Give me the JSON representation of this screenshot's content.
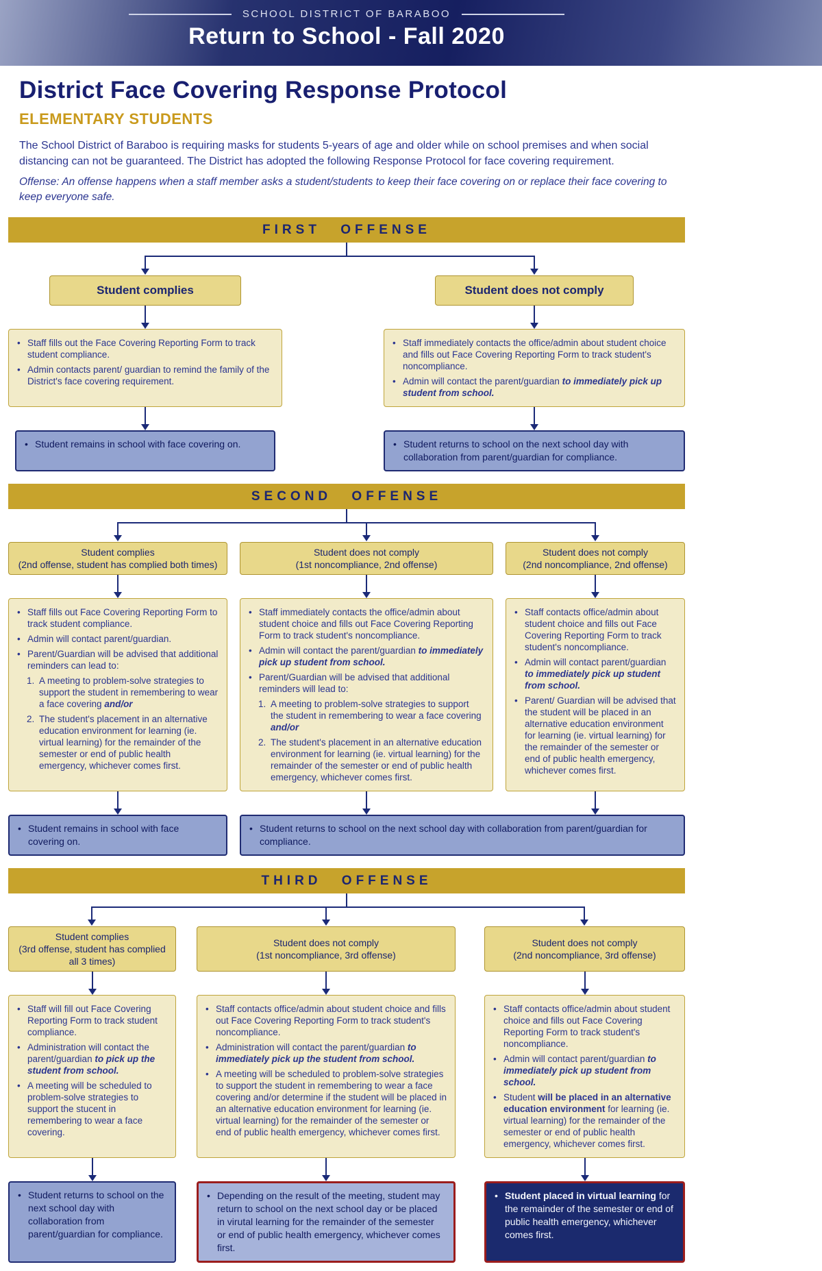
{
  "header": {
    "district": "SCHOOL DISTRICT OF BARABOO",
    "title": "Return to School - Fall 2020"
  },
  "intro": {
    "title": "District Face Covering Response Protocol",
    "subtitle": "ELEMENTARY STUDENTS",
    "paragraph": "The School District of Baraboo is requiring masks for students 5-years of age and older while on school premises and when social distancing can not be guaranteed. The District has adopted the following Response Protocol for face covering requirement.",
    "offense_note": "Offense: An offense happens when a staff member asks a student/students to keep their face covering on or replace their face covering to keep everyone safe."
  },
  "colors": {
    "navy": "#1b2570",
    "gold_banner": "#c7a32c",
    "pale_gold_box": "#e8d88a",
    "cream_box": "#f2ebc9",
    "periwinkle_box": "#93a3d0",
    "red_alert_border": "#9b1d1d"
  },
  "sections": {
    "first": {
      "banner": "FIRST OFFENSE",
      "complies": {
        "title": "Student complies",
        "detail": [
          {
            "seg": [
              {
                "t": "Staff fills out the Face Covering Reporting Form to track student compliance."
              }
            ]
          },
          {
            "seg": [
              {
                "t": "Admin contacts parent/ guardian to remind the family of the District's face covering requirement."
              }
            ]
          }
        ],
        "result": [
          {
            "seg": [
              {
                "t": "Student remains in school with face covering on."
              }
            ]
          }
        ]
      },
      "noncomply": {
        "title": "Student does not comply",
        "detail": [
          {
            "seg": [
              {
                "t": "Staff immediately contacts the office/admin about student choice and fills out Face Covering Reporting Form to track student's noncompliance."
              }
            ]
          },
          {
            "seg": [
              {
                "t": "Admin will contact the parent/guardian "
              },
              {
                "t": "to immediately pick up student from school.",
                "s": "bi"
              }
            ]
          }
        ],
        "result": [
          {
            "seg": [
              {
                "t": "Student returns to school on the next school day with collaboration from parent/guardian for compliance."
              }
            ]
          }
        ]
      }
    },
    "second": {
      "banner": "SECOND OFFENSE",
      "col1": {
        "title": "Student complies",
        "subtitle": "(2nd offense, student has complied both times)",
        "detail": [
          {
            "seg": [
              {
                "t": "Staff fills out Face Covering Reporting Form to track student compliance."
              }
            ]
          },
          {
            "seg": [
              {
                "t": "Admin will contact parent/guardian."
              }
            ]
          },
          {
            "seg": [
              {
                "t": "Parent/Guardian will be advised that additional reminders can lead to:"
              }
            ]
          },
          {
            "m": "1.",
            "ind": true,
            "seg": [
              {
                "t": "A meeting to problem-solve strategies to support the student in remembering to wear a face covering "
              },
              {
                "t": "and/or",
                "s": "bi"
              }
            ]
          },
          {
            "m": "2.",
            "ind": true,
            "seg": [
              {
                "t": "The student's placement in an alternative education environment for learning (ie. virtual learning) for the remainder of the semester or end of public health emergency, whichever comes first."
              }
            ]
          }
        ],
        "result": [
          {
            "seg": [
              {
                "t": "Student remains in school with face covering on."
              }
            ]
          }
        ]
      },
      "col2": {
        "title": "Student does not comply",
        "subtitle": "(1st noncompliance, 2nd offense)",
        "detail": [
          {
            "seg": [
              {
                "t": "Staff immediately contacts the office/admin about student choice and fills out Face Covering Reporting Form to track student's noncompliance."
              }
            ]
          },
          {
            "seg": [
              {
                "t": "Admin will contact the parent/guardian "
              },
              {
                "t": "to immediately pick up student from school.",
                "s": "bi"
              }
            ]
          },
          {
            "seg": [
              {
                "t": "Parent/Guardian will be advised that additional reminders will lead to:"
              }
            ]
          },
          {
            "m": "1.",
            "ind": true,
            "seg": [
              {
                "t": "A meeting to problem-solve strategies to support the student in remembering to wear a face covering "
              },
              {
                "t": "and/or",
                "s": "bi"
              }
            ]
          },
          {
            "m": "2.",
            "ind": true,
            "seg": [
              {
                "t": "The student's placement in an alternative education environment for learning (ie. virtual learning) for the remainder of the semester or end of public health emergency, whichever comes first."
              }
            ]
          }
        ]
      },
      "col3": {
        "title": "Student does not comply",
        "subtitle": "(2nd noncompliance, 2nd offense)",
        "detail": [
          {
            "seg": [
              {
                "t": "Staff contacts office/admin about student choice and fills out Face Covering Reporting Form to track student's noncompliance."
              }
            ]
          },
          {
            "seg": [
              {
                "t": "Admin will contact parent/guardian "
              },
              {
                "t": "to immediately pick up student from school.",
                "s": "bi"
              }
            ]
          },
          {
            "seg": [
              {
                "t": "Parent/ Guardian will be advised that the student will be placed in an alternative education environment for learning (ie. virtual learning) for the remainder of the semester or end of public health emergency, whichever comes first."
              }
            ]
          }
        ]
      },
      "shared_result": [
        {
          "seg": [
            {
              "t": "Student returns to school on the next school day with collaboration from parent/guardian for compliance."
            }
          ]
        }
      ]
    },
    "third": {
      "banner": "THIRD OFFENSE",
      "col1": {
        "title": "Student complies",
        "subtitle": "(3rd offense, student has complied all 3 times)",
        "detail": [
          {
            "seg": [
              {
                "t": "Staff will fill out Face Covering Reporting Form to track student compliance."
              }
            ]
          },
          {
            "seg": [
              {
                "t": "Administration will contact the parent/guardian "
              },
              {
                "t": "to pick up the student from school.",
                "s": "bi"
              }
            ]
          },
          {
            "seg": [
              {
                "t": "A meeting will be scheduled to problem-solve strategies to support the stucent in remembering to wear a face covering."
              }
            ]
          }
        ],
        "result": [
          {
            "seg": [
              {
                "t": "Student returns to school on the next school day with collaboration from parent/guardian for compliance."
              }
            ]
          }
        ]
      },
      "col2": {
        "title": "Student does not comply",
        "subtitle": "(1st noncompliance, 3rd offense)",
        "detail": [
          {
            "seg": [
              {
                "t": "Staff contacts office/admin about student choice and fills out Face Covering Reporting Form to track student's noncompliance."
              }
            ]
          },
          {
            "seg": [
              {
                "t": "Administration will contact the parent/guardian "
              },
              {
                "t": "to immediately pick up the student from school.",
                "s": "bi"
              }
            ]
          },
          {
            "seg": [
              {
                "t": "A meeting will be scheduled to problem-solve strategies to support the student in remembering to wear a face covering and/or determine if the student will be placed in an alternative education environment for learning (ie. virtual learning) for the remainder of the semester or end of public health emergency, whichever comes first."
              }
            ]
          }
        ],
        "result": [
          {
            "seg": [
              {
                "t": "Depending on the result of the meeting, student may return to school on the next school day or be placed in virutal learning for the remainder of the semester or end of public health emergency, whichever comes first."
              }
            ]
          }
        ]
      },
      "col3": {
        "title": "Student does not comply",
        "subtitle": "(2nd noncompliance, 3rd offense)",
        "detail": [
          {
            "seg": [
              {
                "t": "Staff contacts office/admin about student choice and fills out Face Covering Reporting Form to track student's noncompliance."
              }
            ]
          },
          {
            "seg": [
              {
                "t": "Admin will contact parent/guardian "
              },
              {
                "t": "to immediately pick up student from school.",
                "s": "bi"
              }
            ]
          },
          {
            "seg": [
              {
                "t": "Student "
              },
              {
                "t": "will be placed in an alternative education environment",
                "s": "b"
              },
              {
                "t": " for learning (ie. virtual learning) for the remainder of the semester or end of public health emergency, whichever comes first."
              }
            ]
          }
        ],
        "result": [
          {
            "seg": [
              {
                "t": "Student placed in virtual learning",
                "s": "b"
              },
              {
                "t": " for the remainder of the semester or end of public health emergency, whichever comes first."
              }
            ]
          }
        ]
      }
    }
  }
}
